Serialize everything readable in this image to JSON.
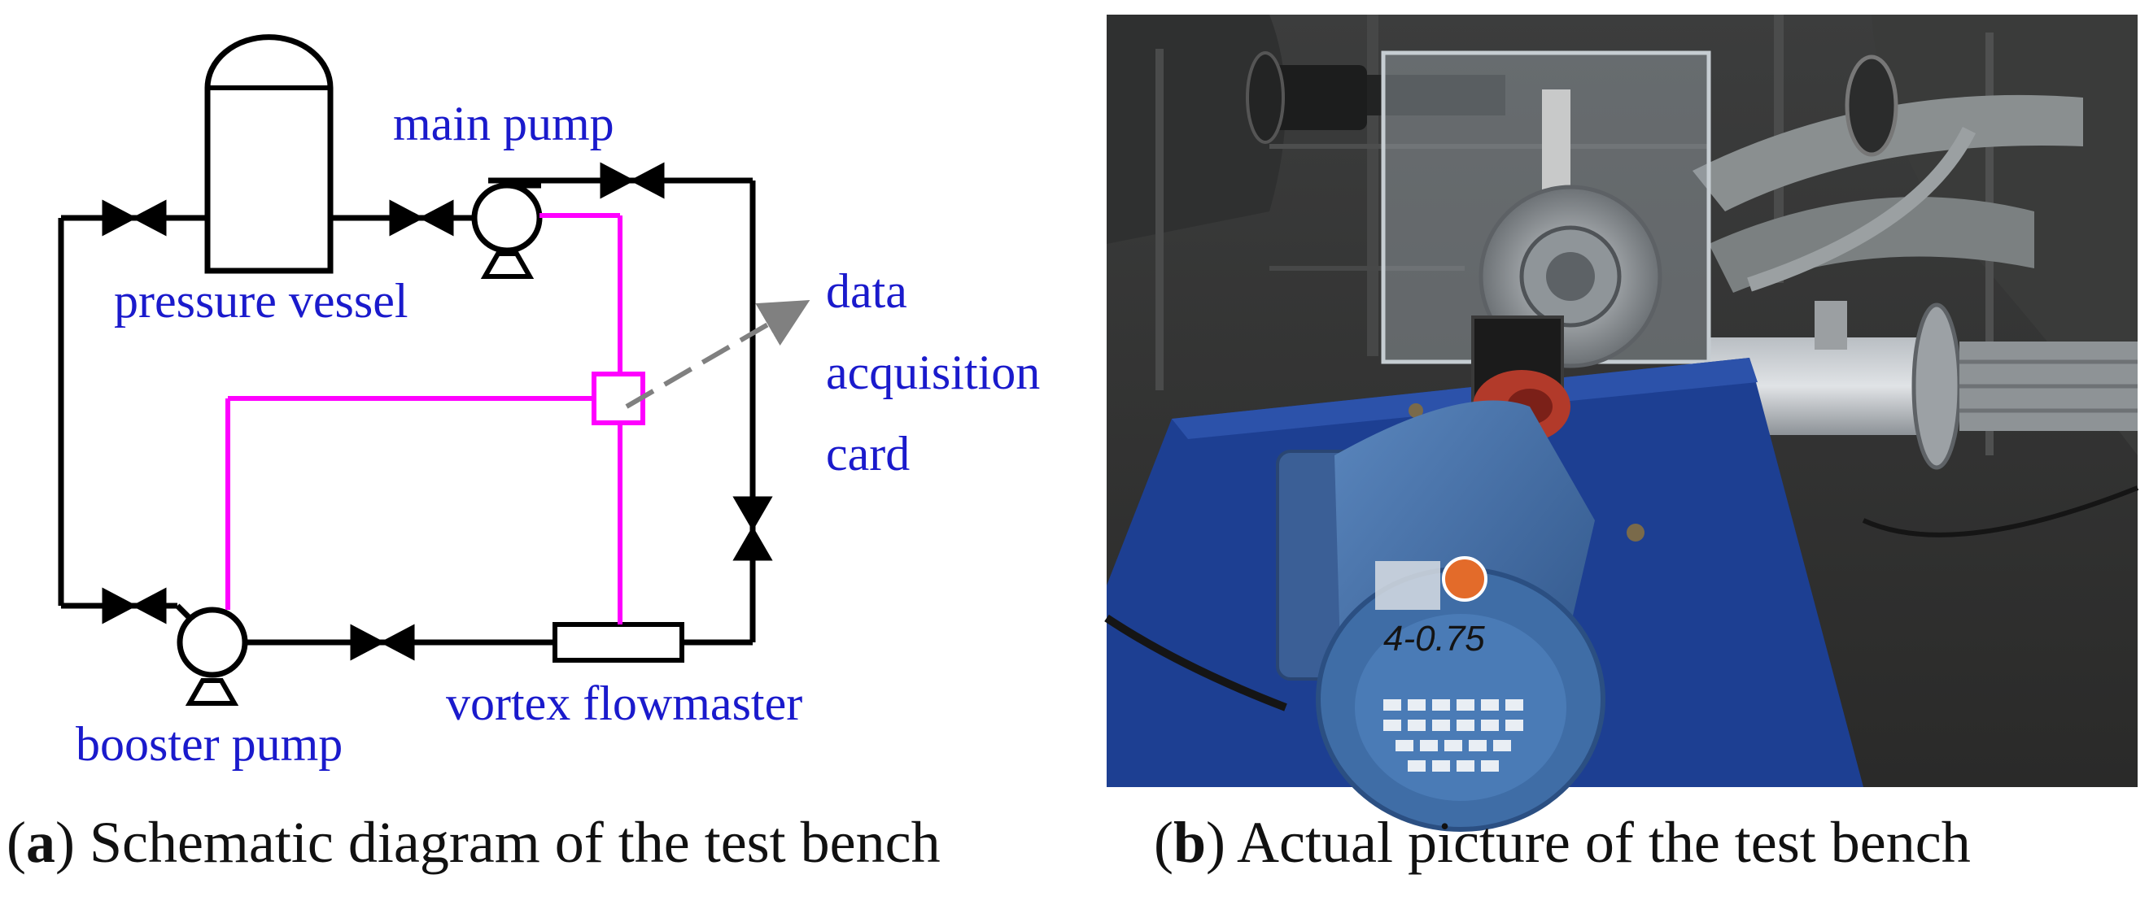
{
  "panel_a": {
    "labels": {
      "main_pump": "main pump",
      "pressure_vessel": "pressure vessel",
      "data_line1": "data",
      "data_line2": "acquisition",
      "data_line3": "card",
      "booster_pump": "booster pump",
      "vortex_flowmaster": "vortex flowmaster"
    },
    "caption_letter": "a",
    "caption_text": "Schematic diagram of the test bench"
  },
  "panel_b": {
    "photo_text": "4-0.75",
    "caption_letter": "b",
    "caption_text": "Actual picture of the test bench"
  },
  "colors": {
    "pipe": "#000000",
    "signal_wire": "#ff00ff",
    "label_text": "#1a1acc",
    "arrow": "#808080",
    "photo_motor": "#3f6da6",
    "photo_base": "#1d3f92"
  }
}
